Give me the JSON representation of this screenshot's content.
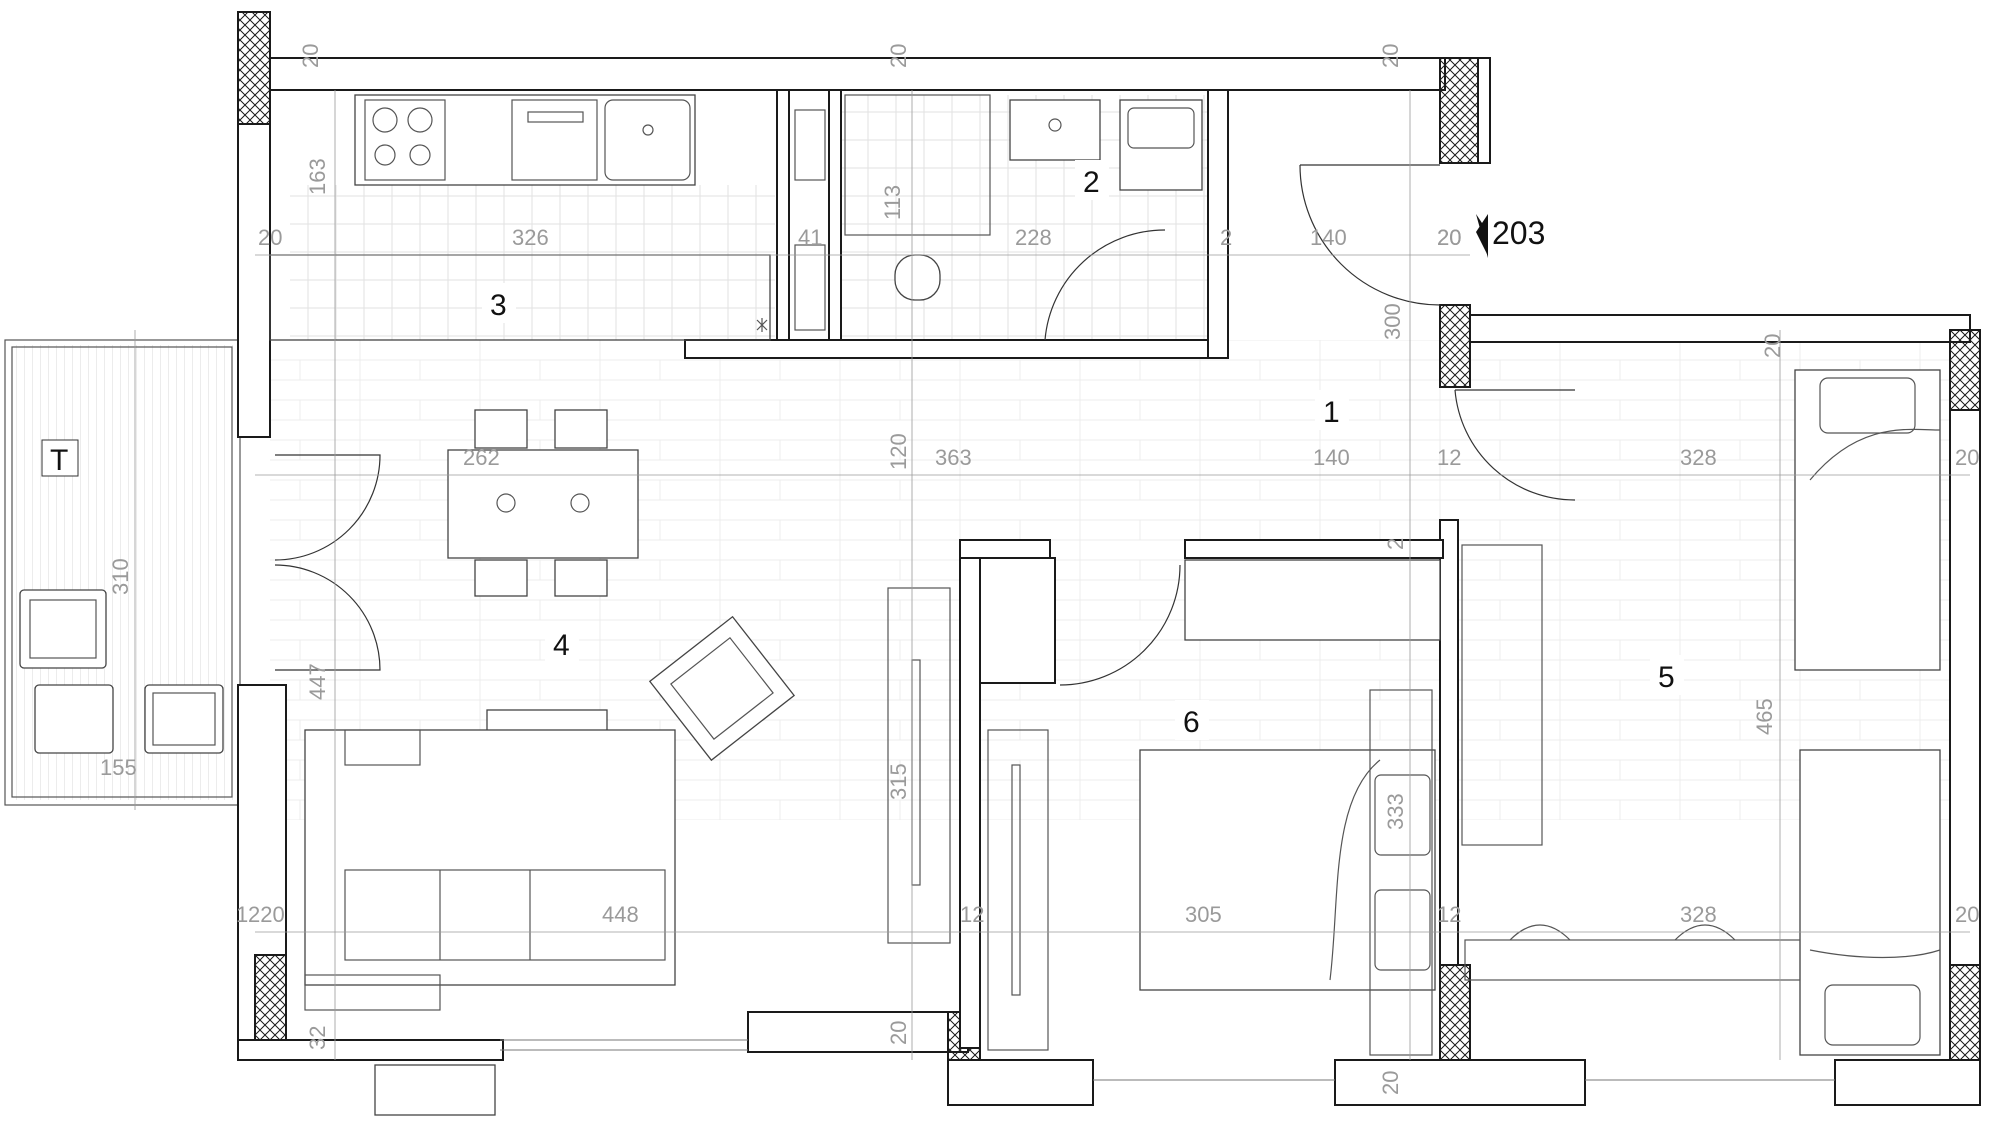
{
  "apartment_number": "203",
  "rooms": [
    {
      "label": "1"
    },
    {
      "label": "2"
    },
    {
      "label": "3"
    },
    {
      "label": "4"
    },
    {
      "label": "5"
    },
    {
      "label": "6"
    },
    {
      "label": "T"
    }
  ],
  "dimensions": [
    "20",
    "20",
    "20",
    "20",
    "163",
    "20",
    "326",
    "41",
    "113",
    "228",
    "2",
    "140",
    "20",
    "300",
    "20",
    "262",
    "120",
    "363",
    "140",
    "12",
    "328",
    "20",
    "310",
    "2",
    "447",
    "315",
    "333",
    "155",
    "1",
    "220",
    "12",
    "305",
    "448",
    "12",
    "328",
    "20",
    "32",
    "20",
    "20",
    "465"
  ]
}
